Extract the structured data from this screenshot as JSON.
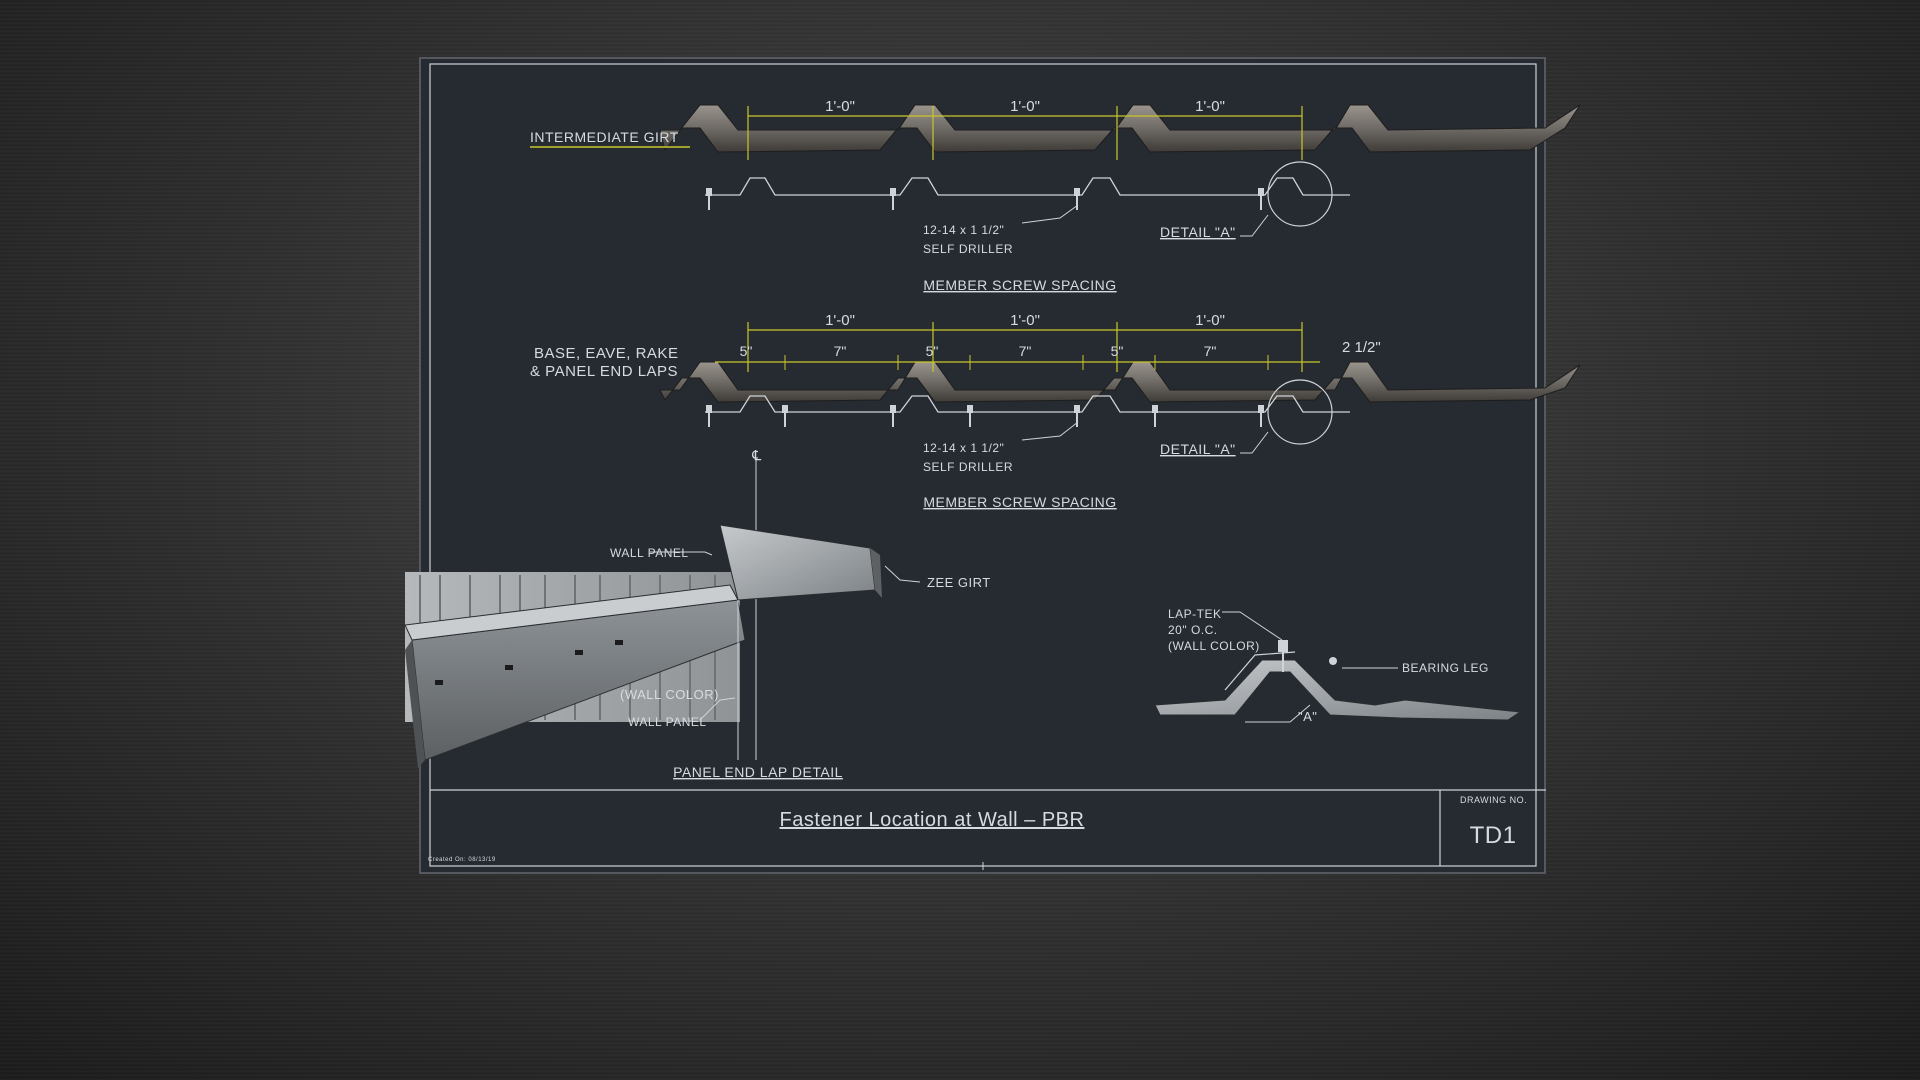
{
  "drawing": {
    "title": "Fastener Location at Wall – PBR",
    "drawing_no_label": "DRAWING NO.",
    "drawing_no": "TD1",
    "created_note": "Created On: 08/13/19"
  },
  "section1": {
    "side_label": "INTERMEDIATE GIRT",
    "dims": [
      "1'-0\"",
      "1'-0\"",
      "1'-0\""
    ],
    "screw_note_line1": "12-14 x 1 1/2\"",
    "screw_note_line2": "SELF DRILLER",
    "detail_label": "DETAIL \"A\"",
    "heading": "MEMBER SCREW SPACING"
  },
  "section2": {
    "side_label_line1": "BASE, EAVE, RAKE",
    "side_label_line2": "& PANEL END LAPS",
    "dims": [
      "1'-0\"",
      "1'-0\"",
      "1'-0\""
    ],
    "sub_dims": [
      "5\"",
      "7\"",
      "5\"",
      "7\"",
      "5\"",
      "7\""
    ],
    "end_dim": "2 1/2\"",
    "screw_note_line1": "12-14 x 1 1/2\"",
    "screw_note_line2": "SELF DRILLER",
    "detail_label": "DETAIL \"A\"",
    "heading": "MEMBER SCREW SPACING"
  },
  "lap_detail": {
    "centerline": "℄",
    "wall_panel_top": "WALL PANEL",
    "zee_girt": "ZEE GIRT",
    "wall_color": "(WALL COLOR)",
    "wall_panel_bottom": "WALL PANEL",
    "heading": "PANEL END LAP DETAIL"
  },
  "detail_a": {
    "lap_tek_line1": "LAP-TEK",
    "lap_tek_line2": "20\" O.C.",
    "lap_tek_line3": "(WALL COLOR)",
    "bearing_leg": "BEARING LEG",
    "marker": "\"A\""
  },
  "colors": {
    "board": "#262b31",
    "lines": "#d7dbe0",
    "dimension": "#c9c72a",
    "panel": "#8a8580"
  }
}
